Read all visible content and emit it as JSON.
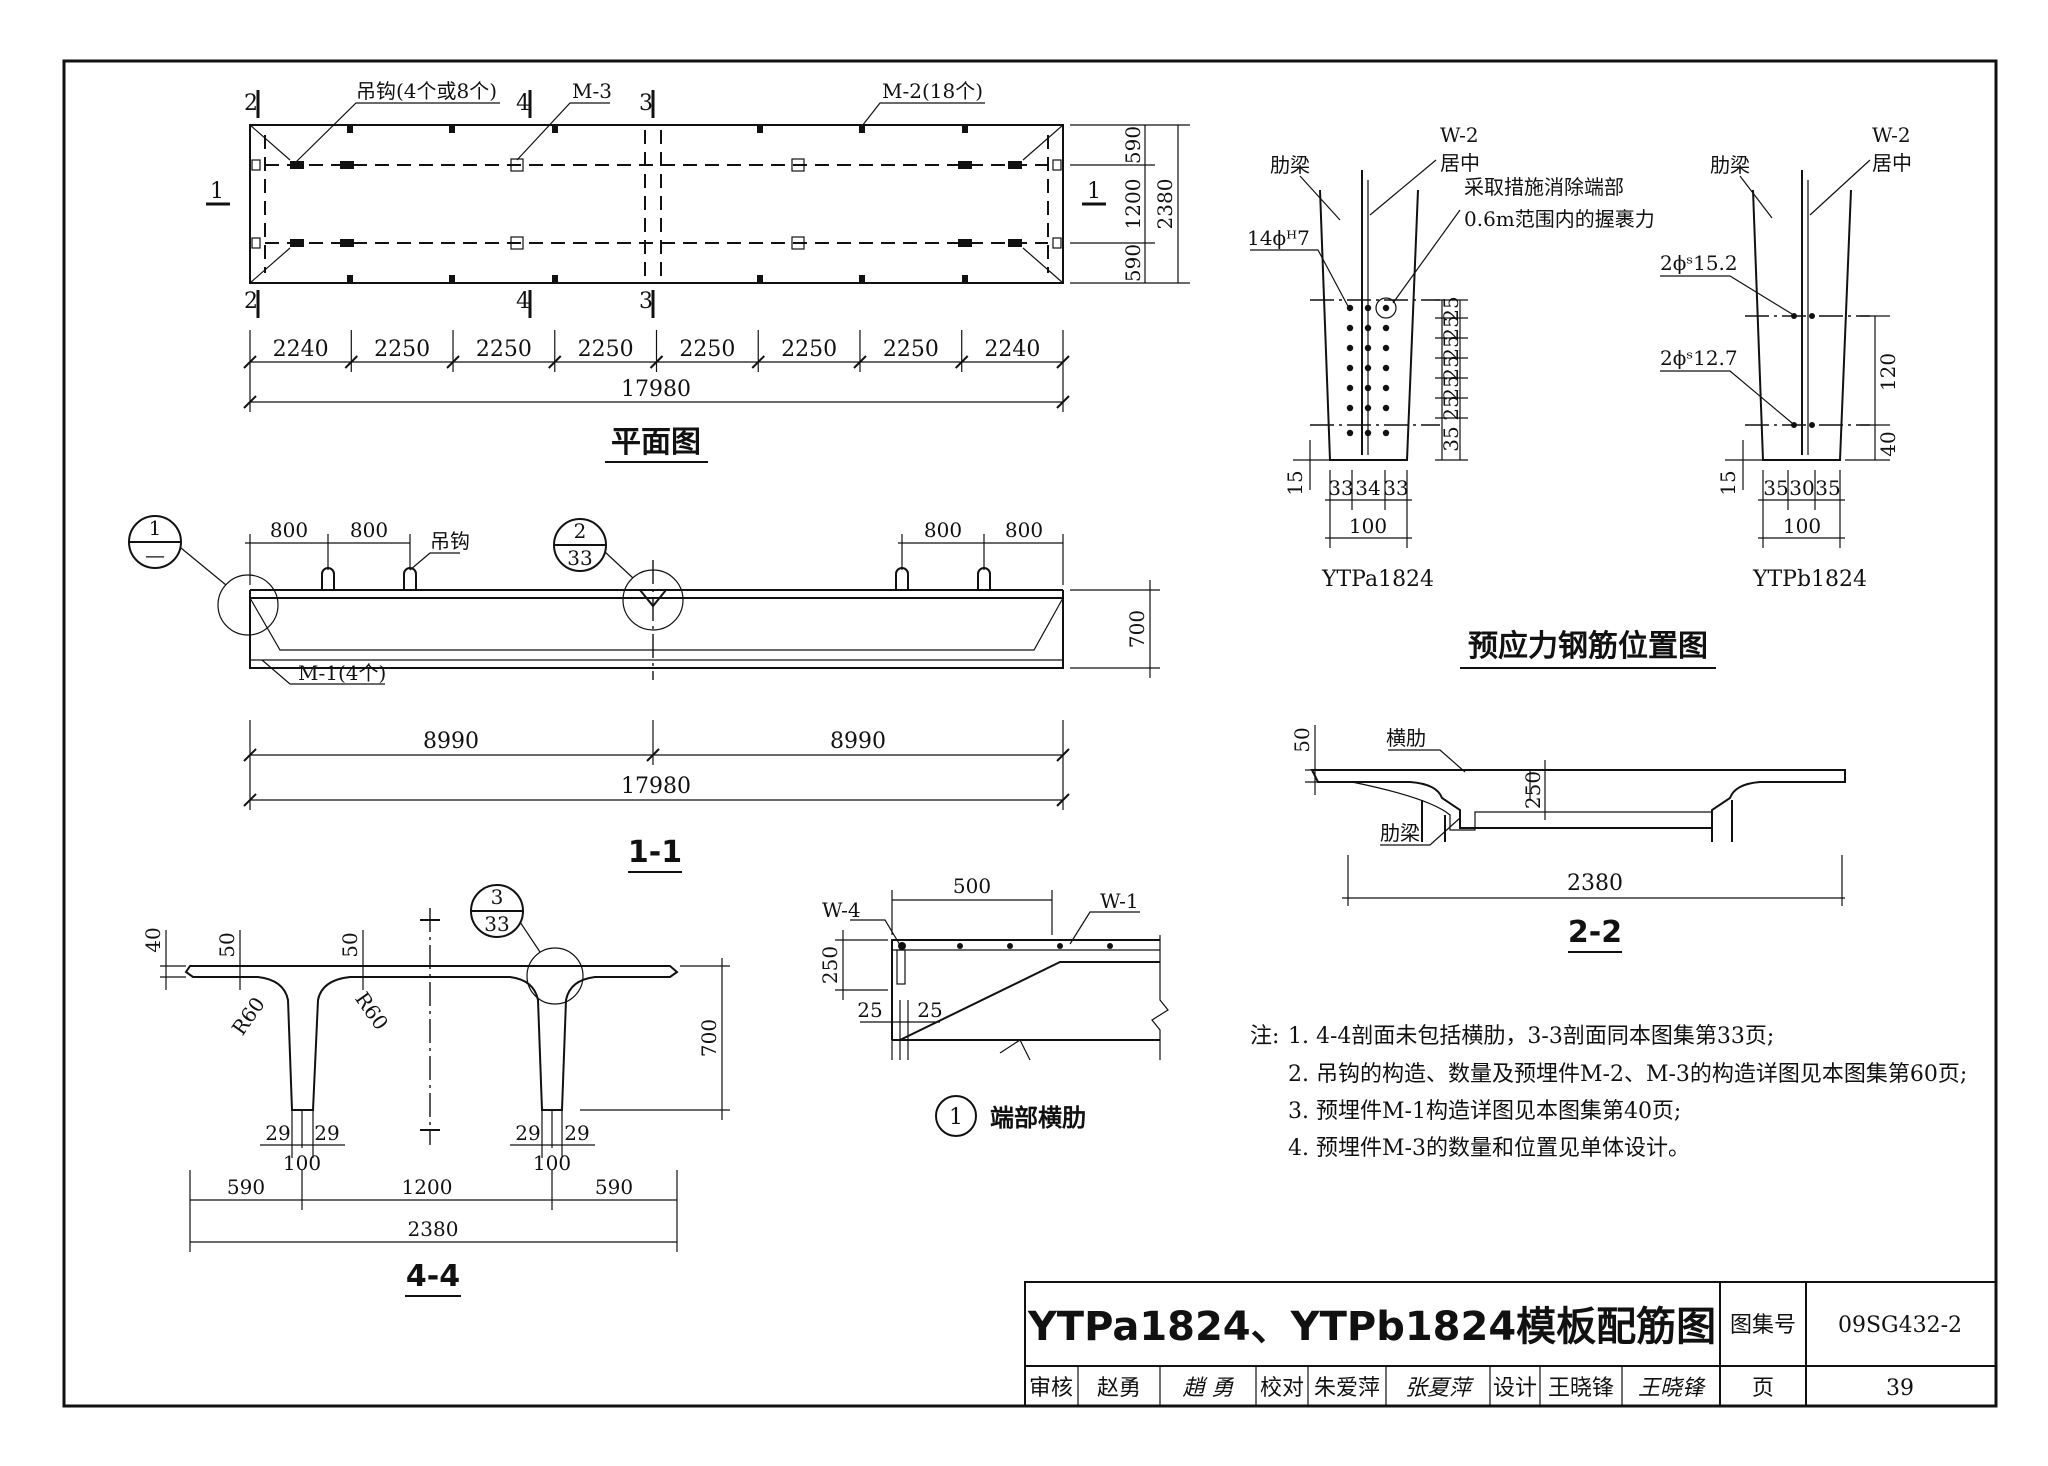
{
  "plan": {
    "title": "平面图",
    "hook_label": "吊钩(4个或8个)",
    "m3_label": "M-3",
    "m2_label": "M-2(18个)",
    "section_marks": {
      "s2": "2",
      "s4": "4",
      "s3": "3",
      "s1": "1"
    },
    "dims_bottom": [
      "2240",
      "2250",
      "2250",
      "2250",
      "2250",
      "2250",
      "2250",
      "2240"
    ],
    "total": "17980",
    "dims_right": [
      "590",
      "1200",
      "590"
    ],
    "right_total": "2380"
  },
  "elevation": {
    "title": "1-1",
    "top_dims": [
      "800",
      "800",
      "800",
      "800"
    ],
    "hook_label": "吊钩",
    "m1_label": "M-1(4个)",
    "height": "700",
    "detail1": {
      "num": "1",
      "sheet": "—"
    },
    "detail2": {
      "num": "2",
      "sheet": "33"
    },
    "half_dims": [
      "8990",
      "8990"
    ],
    "total": "17980"
  },
  "section44": {
    "title": "4-4",
    "top_dims": [
      "40",
      "50",
      "50"
    ],
    "radius_labels": [
      "R60",
      "R60"
    ],
    "web_dims": [
      "29",
      "29",
      "100",
      "29",
      "29",
      "100"
    ],
    "bottom_dims": [
      "590",
      "1200",
      "590"
    ],
    "total": "2380",
    "height": "700",
    "detail3": {
      "num": "3",
      "sheet": "33"
    }
  },
  "end_rib": {
    "title": "端部横肋",
    "num": "1",
    "w4": "W-4",
    "w1": "W-1",
    "dim500": "500",
    "dim250": "250",
    "dim25a": "25",
    "dim25b": "25"
  },
  "prestress": {
    "title": "预应力钢筋位置图",
    "a": {
      "name": "YTPa1824",
      "rib_label": "肋梁",
      "w2": "W-2",
      "center": "居中",
      "bars": "14ϕᴴ7",
      "note": [
        "采取措施消除端部",
        "0.6m范围内的握裹力"
      ],
      "v_dims": [
        "25",
        "25",
        "25",
        "25",
        "25",
        "25",
        "35"
      ],
      "h_dims": [
        "33",
        "34",
        "33"
      ],
      "width": "100",
      "dim15": "15"
    },
    "b": {
      "name": "YTPb1824",
      "rib_label": "肋梁",
      "w2": "W-2",
      "center": "居中",
      "bar1": "2ϕˢ15.2",
      "bar2": "2ϕˢ12.7",
      "v_dims": [
        "120",
        "40"
      ],
      "h_dims": [
        "35",
        "30",
        "35"
      ],
      "width": "100",
      "dim15": "15"
    }
  },
  "section22": {
    "title": "2-2",
    "cross_rib": "横肋",
    "rib_label": "肋梁",
    "dim50": "50",
    "dim250": "250",
    "total": "2380"
  },
  "notes": {
    "lead": "注:",
    "items": [
      "1.  4-4剖面未包括横肋，3-3剖面同本图集第33页;",
      "2.  吊钩的构造、数量及预埋件M-2、M-3的构造详图见本图集第60页;",
      "3.  预埋件M-1构造详图见本图集第40页;",
      "4.  预埋件M-3的数量和位置见单体设计。"
    ]
  },
  "title_block": {
    "title": "YTPa1824、YTPb1824模板配筋图",
    "atlas_label": "图集号",
    "atlas_no": "09SG432-2",
    "review_label": "审核",
    "reviewer": "赵勇",
    "reviewer_sign": "趙 勇",
    "check_label": "校对",
    "checker": "朱爱萍",
    "checker_sign": "张夏萍",
    "design_label": "设计",
    "designer": "王晓锋",
    "designer_sign": "王晓锋",
    "page_label": "页",
    "page_no": "39"
  }
}
